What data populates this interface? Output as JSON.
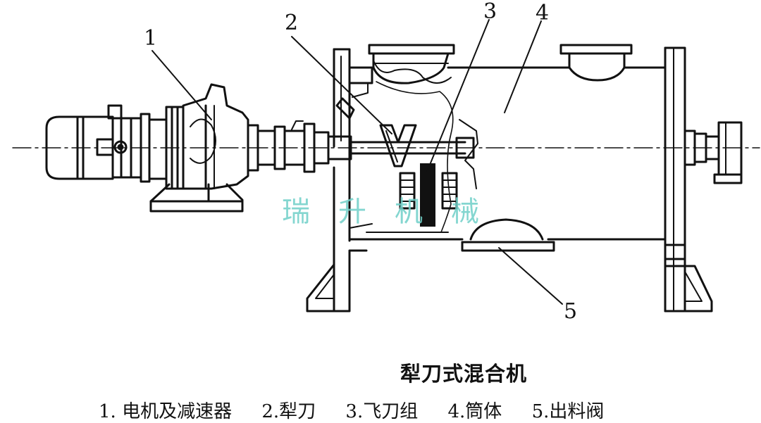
{
  "diagram": {
    "callouts": {
      "c1": "1",
      "c2": "2",
      "c3": "3",
      "c4": "4",
      "c5": "5"
    },
    "watermark": "瑞升机械",
    "title": "犁刀式混合机",
    "legend": [
      "1. 电机及减速器",
      "2.犁刀",
      "3.飞刀组",
      "4.筒体",
      "5.出料阀"
    ]
  }
}
